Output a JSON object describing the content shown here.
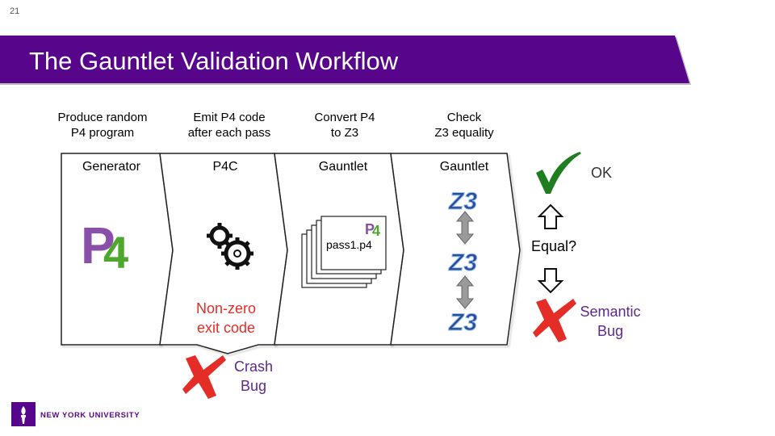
{
  "slide": {
    "number": "21",
    "title": "The Gauntlet Validation Workflow"
  },
  "columns": [
    {
      "caption": [
        "Produce random",
        "P4 program"
      ],
      "stage": "Generator"
    },
    {
      "caption": [
        "Emit P4 code",
        "after each pass"
      ],
      "stage": "P4C"
    },
    {
      "caption": [
        "Convert P4",
        "to Z3"
      ],
      "stage": "Gauntlet"
    },
    {
      "caption": [
        "Check",
        "Z3 equality"
      ],
      "stage": "Gauntlet"
    }
  ],
  "p4c_box": {
    "error_text": [
      "Non-zero",
      "exit code"
    ]
  },
  "crash": {
    "label": [
      "Crash",
      "Bug"
    ]
  },
  "gauntlet_box": {
    "file_name": "pass1.p4"
  },
  "results": {
    "ok": "OK",
    "equal": "Equal?",
    "semantic": [
      "Semantic",
      "Bug"
    ]
  },
  "logos": {
    "p4": "P4",
    "z3": "Z3",
    "nyu": "NEW YORK UNIVERSITY"
  },
  "colors": {
    "banner": "#57068c",
    "crash_red": "#e52d27",
    "check_green": "#1e7d1e",
    "semantic_purple": "#5b2a8a"
  }
}
